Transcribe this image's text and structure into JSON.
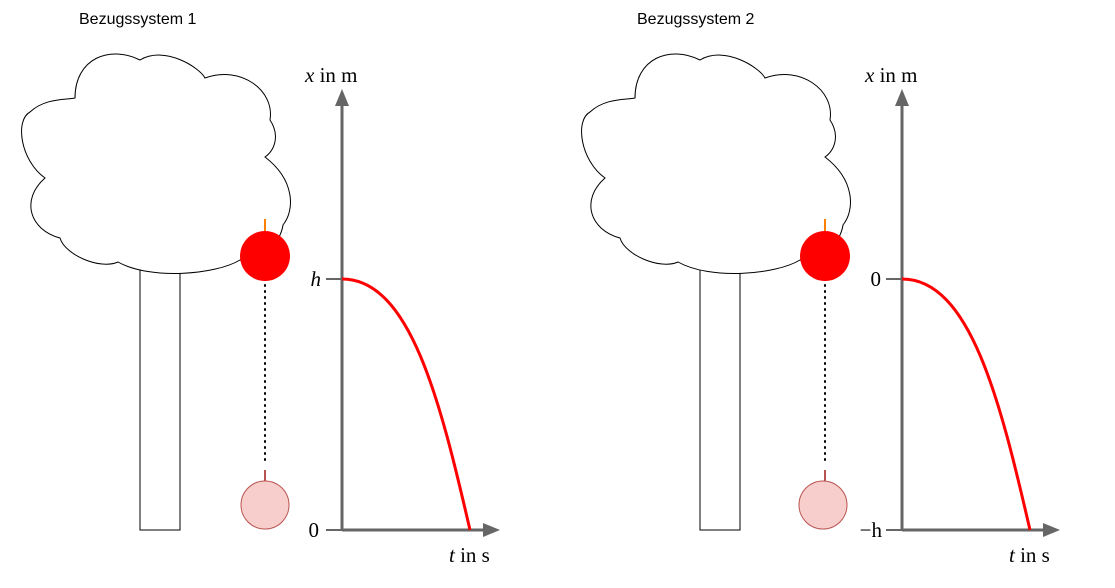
{
  "panels": [
    {
      "title": "Bezugssystem 1",
      "y_axis_label": "x in m",
      "x_axis_label": "t in s",
      "top_tick_label": "h",
      "bottom_tick_label": "0"
    },
    {
      "title": "Bezugssystem 2",
      "y_axis_label": "x in m",
      "x_axis_label": "t in s",
      "top_tick_label": "0",
      "bottom_tick_label": "−h"
    }
  ],
  "colors": {
    "apple": "#ff0000",
    "apple_faded": "#f8cecc",
    "apple_faded_border": "#b85450",
    "stem": "#ff8000",
    "axis": "#666666",
    "curve": "#ff0000"
  }
}
